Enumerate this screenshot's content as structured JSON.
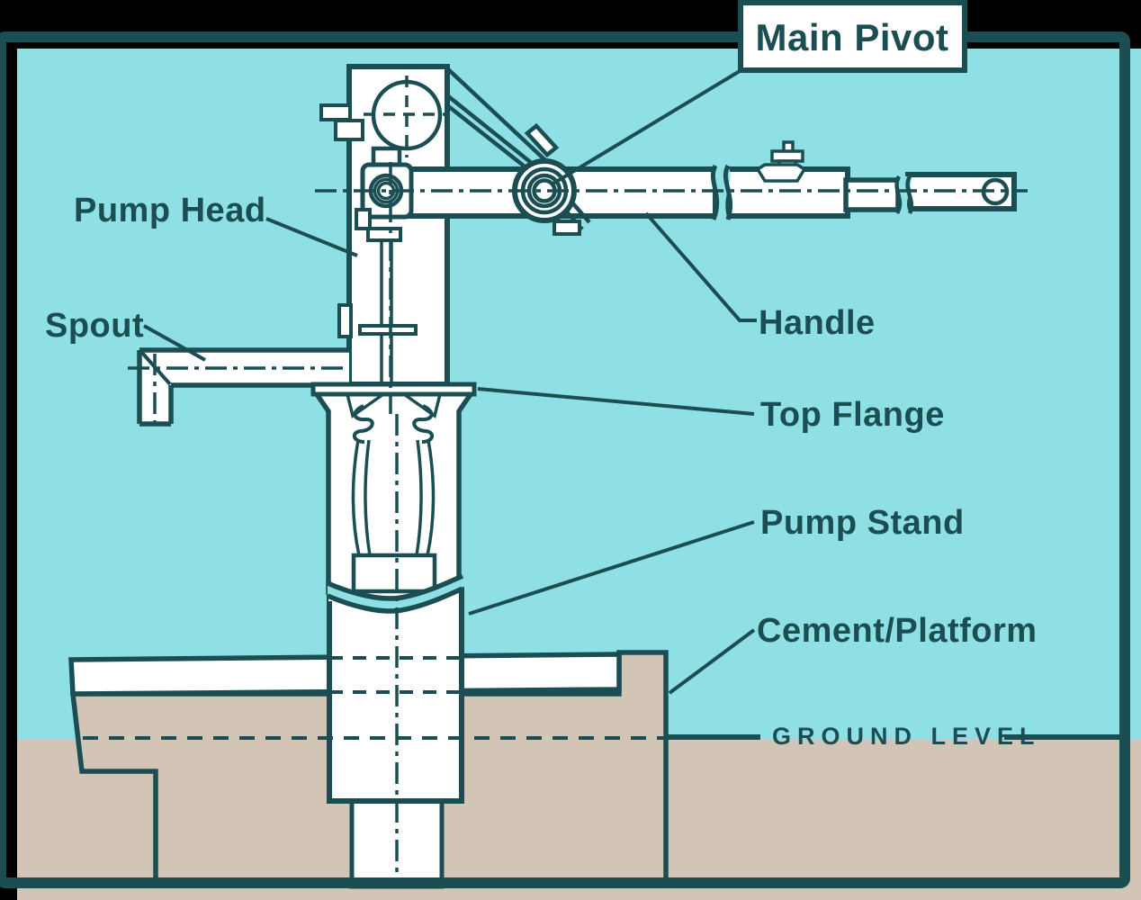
{
  "labels": {
    "main_pivot": "Main Pivot",
    "pump_head": "Pump Head",
    "spout": "Spout",
    "handle": "Handle",
    "top_flange": "Top Flange",
    "pump_stand": "Pump Stand",
    "cement_platform": "Cement/Platform",
    "ground_level": "GROUND LEVEL"
  },
  "colors": {
    "sky": "#8FE0E4",
    "ink": "#1B4E52",
    "ground_tan": "#D2C5B6",
    "panel_white": "#FFFFFF",
    "backdrop": "#000000"
  }
}
